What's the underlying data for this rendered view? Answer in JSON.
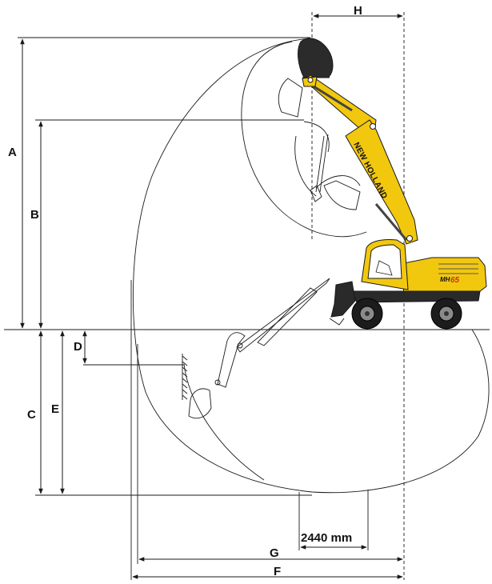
{
  "labels": {
    "A": "A",
    "B": "B",
    "C": "C",
    "D": "D",
    "E": "E",
    "F": "F",
    "G": "G",
    "H": "H",
    "tail_swing": "2440 mm"
  },
  "machine": {
    "brand": "NEW HOLLAND",
    "model_prefix": "MH",
    "model_suffix": "65"
  },
  "colors": {
    "machine_body": "#f2c80f",
    "machine_body_dark": "#c9a200",
    "line": "#1a1a1a",
    "tyre": "#1c1c1c",
    "model_accent": "#d03020"
  }
}
